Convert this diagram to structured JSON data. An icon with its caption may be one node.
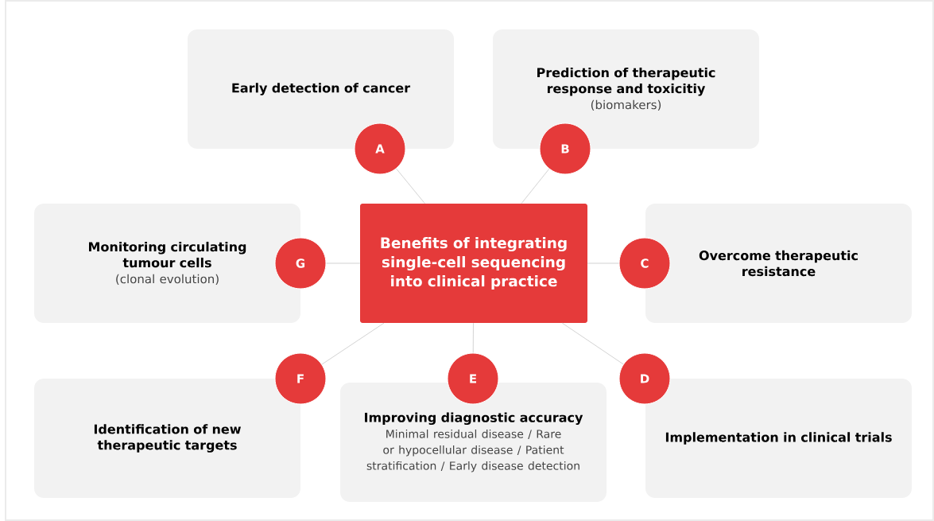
{
  "diagram": {
    "nodes": [
      {
        "text": [
          "Early detection of cancer"
        ]
      },
      {
        "text": [
          "Prediction of therapeutic response and toxicitiy",
          "(biomakers)"
        ]
      },
      {
        "text": [
          "A"
        ]
      },
      {
        "text": [
          "B"
        ]
      },
      {
        "text": [
          "Monitoring circulating tumour cells",
          "(clonal evolution)"
        ]
      },
      {
        "text": [
          "G"
        ]
      },
      {
        "text": [
          "Benefits of integrating single-cell sequencing into clinical practice"
        ]
      },
      {
        "text": [
          "C"
        ]
      },
      {
        "text": [
          "Overcome therapeutic resistance"
        ]
      },
      {
        "text": [
          "F"
        ]
      },
      {
        "text": [
          "E"
        ]
      },
      {
        "text": [
          "D"
        ]
      },
      {
        "text": [
          "Identification of new therapeutic targets"
        ]
      },
      {
        "text": [
          "Improving diagnostic accuracy",
          "Minimal residual disease / Rare or hypocellular disease / Patient stratification / Early disease detection"
        ]
      },
      {
        "text": [
          "Implementation in clinical trials"
        ]
      }
    ],
    "edges": [
      {
        "from": 6,
        "to": 2,
        "arrow": "none"
      },
      {
        "from": 6,
        "to": 3,
        "arrow": "none"
      },
      {
        "from": 6,
        "to": 5,
        "arrow": "none"
      },
      {
        "from": 6,
        "to": 7,
        "arrow": "none"
      },
      {
        "from": 6,
        "to": 9,
        "arrow": "none"
      },
      {
        "from": 6,
        "to": 10,
        "arrow": "none"
      },
      {
        "from": 6,
        "to": 11,
        "arrow": "none"
      }
    ]
  }
}
